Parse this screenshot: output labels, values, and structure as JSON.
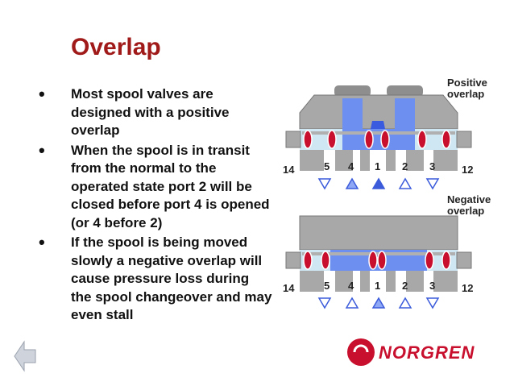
{
  "slide": {
    "title": "Overlap",
    "bullets": [
      "Most spool valves are designed with a positive overlap",
      "When the spool is in transit from the normal to the operated state port 2 will be closed before port 4 is opened (or 4 before 2)",
      "If the spool is being moved slowly a negative overlap will cause pressure loss during the spool changeover and may even stall"
    ]
  },
  "valves": [
    {
      "label_line1": "Positive",
      "label_line2": "overlap",
      "ports": [
        "14",
        "5",
        "4",
        "1",
        "2",
        "3",
        "12"
      ]
    },
    {
      "label_line1": "Negative",
      "label_line2": "overlap",
      "ports": [
        "14",
        "5",
        "4",
        "1",
        "2",
        "3",
        "12"
      ]
    }
  ],
  "logo": {
    "text": "NORGREN",
    "color": "#c8102e"
  },
  "colors": {
    "title": "#a01a1a",
    "body_grey": "#a8a8a8",
    "pressure_blue": "#6d8ff0",
    "light_blue": "#cfe7f3",
    "seal_red": "#c8102e"
  },
  "icons": {
    "nav": "back-arrow-icon"
  }
}
